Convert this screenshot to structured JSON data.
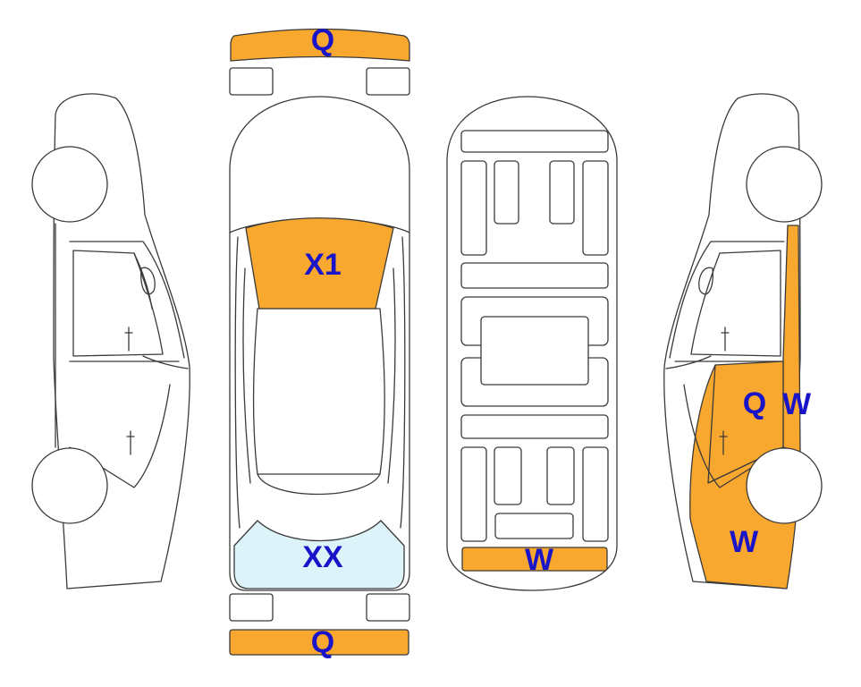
{
  "colors": {
    "damage": "#F9A82F",
    "glass_damage": "#DDF3FA",
    "label": "#1A14C8",
    "outline": "#3A3A3A"
  },
  "labels": {
    "front_bumper": "Q",
    "rear_bumper": "Q",
    "windshield": "X1",
    "rear_window": "XX",
    "trunk_edge": "W",
    "right_door": "Q",
    "right_pillar": "W",
    "right_quarter": "W"
  }
}
